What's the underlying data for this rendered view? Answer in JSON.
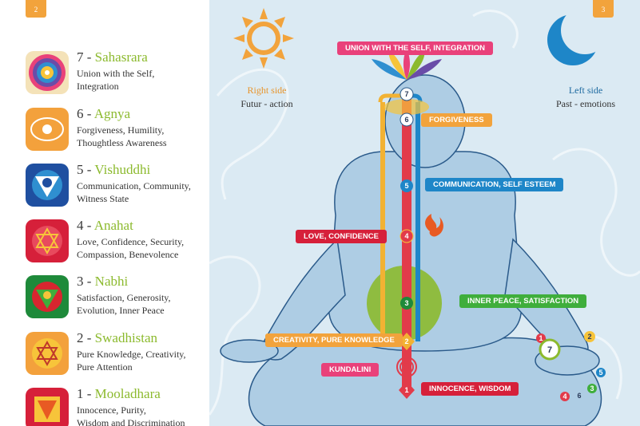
{
  "page_numbers": {
    "left": "2",
    "right": "3"
  },
  "chakras": [
    {
      "number": "7",
      "name": "Sahasrara",
      "desc_lines": [
        "Union with the Self,",
        "Integration"
      ]
    },
    {
      "number": "6",
      "name": "Agnya",
      "desc_lines": [
        "Forgiveness, Humility,",
        "Thoughtless Awareness"
      ]
    },
    {
      "number": "5",
      "name": "Vishuddhi",
      "desc_lines": [
        "Communication, Community,",
        "Witness State"
      ]
    },
    {
      "number": "4",
      "name": "Anahat",
      "desc_lines": [
        "Love, Confidence, Security,",
        "Compassion, Benevolence"
      ]
    },
    {
      "number": "3",
      "name": "Nabhi",
      "desc_lines": [
        "Satisfaction, Generosity,",
        "Evolution, Inner Peace"
      ]
    },
    {
      "number": "2",
      "name": "Swadhistan",
      "desc_lines": [
        "Pure Knowledge, Creativity,",
        "Pure Attention"
      ]
    },
    {
      "number": "1",
      "name": "Mooladhara",
      "desc_lines": [
        "Innocence, Purity,",
        "Wisdom and Discrimination"
      ]
    }
  ],
  "right_side": {
    "title": "Right side",
    "subtitle": "Futur - action"
  },
  "left_side": {
    "title": "Left side",
    "subtitle": "Past - emotions"
  },
  "banners": {
    "union": "UNION WITH THE SELF, INTEGRATION",
    "forgiveness": "FORGIVENESS",
    "communication": "COMMUNICATION, SELF ESTEEM",
    "love": "LOVE, CONFIDENCE",
    "inner_peace": "INNER PEACE, SATISFACTION",
    "creativity": "CREATIVITY, PURE KNOWLEDGE",
    "kundalini": "KUNDALINI",
    "innocence": "INNOCENCE, WISDOM"
  },
  "diagram_numbers": [
    "7",
    "6",
    "5",
    "4",
    "3",
    "2",
    "1"
  ],
  "hand_numbers": [
    "1",
    "2",
    "7",
    "3",
    "5",
    "4",
    "6"
  ],
  "colors": {
    "accent_green": "#8cba2e",
    "accent_orange": "#f2a33c",
    "channel_red": "#e23b4a",
    "channel_yellow": "#f2b233",
    "channel_blue": "#1e86c8",
    "body": "#aecde4",
    "background": "#dbeaf3"
  },
  "icons": [
    "sun-icon",
    "crescent-moon-icon",
    "lotus-icon",
    "flame-icon",
    "spiral-icon"
  ]
}
